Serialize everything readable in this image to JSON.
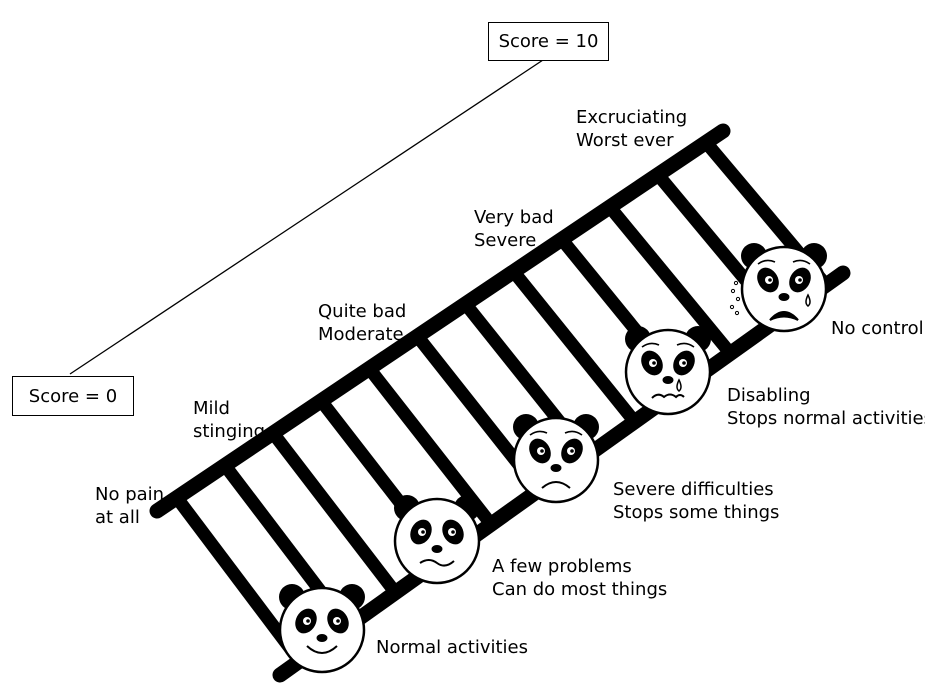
{
  "scores": {
    "top": "Score = 10",
    "bottom": "Score = 0"
  },
  "pain_labels": [
    {
      "line1": "No pain",
      "line2": "at all"
    },
    {
      "line1": "Mild",
      "line2": "stinging"
    },
    {
      "line1": "Quite bad",
      "line2": "Moderate"
    },
    {
      "line1": "Very bad",
      "line2": "Severe"
    },
    {
      "line1": "Excruciating",
      "line2": "Worst ever"
    }
  ],
  "activity_labels": [
    {
      "line1": "Normal activities",
      "line2": ""
    },
    {
      "line1": "A few problems",
      "line2": "Can do most things"
    },
    {
      "line1": "Severe difficulties",
      "line2": "Stops some things"
    },
    {
      "line1": "Disabling",
      "line2": "Stops normal activities"
    },
    {
      "line1": "No control",
      "line2": ""
    }
  ],
  "faces": [
    {
      "name": "panda-face-normal-activities",
      "expression": "smile"
    },
    {
      "name": "panda-face-few-problems",
      "expression": "wavy"
    },
    {
      "name": "panda-face-severe-difficulties",
      "expression": "frown"
    },
    {
      "name": "panda-face-disabling",
      "expression": "wavy-frown-tear"
    },
    {
      "name": "panda-face-no-control",
      "expression": "crying"
    }
  ]
}
